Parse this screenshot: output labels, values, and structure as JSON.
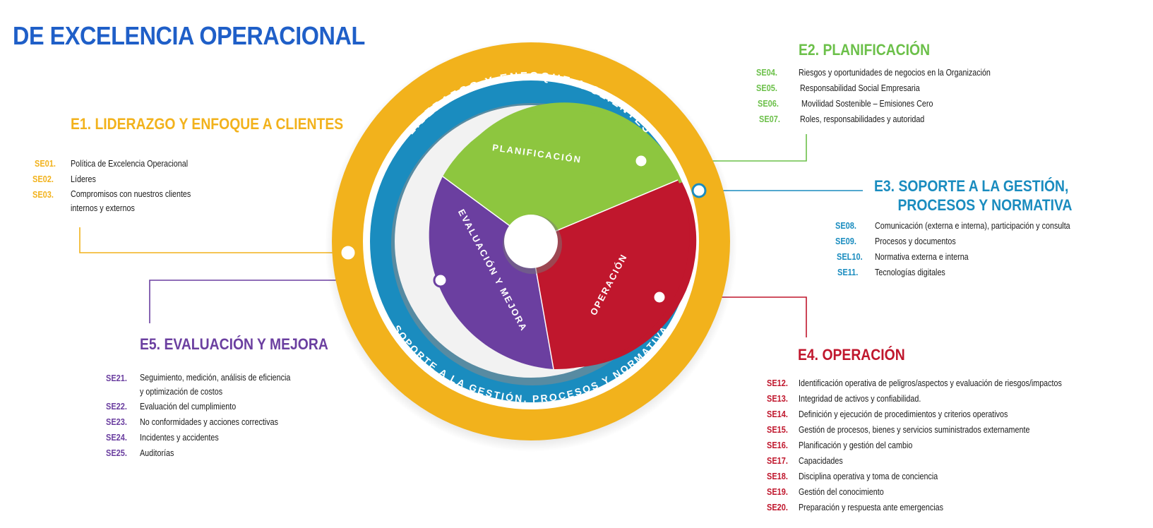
{
  "title": "DE EXCELENCIA OPERACIONAL",
  "colors": {
    "e1": "#f2b21c",
    "e2": "#6cc04a",
    "e3": "#1a8cbf",
    "e4": "#c0172d",
    "e5": "#6b3fa0",
    "title": "#1f5fc8"
  },
  "wheel": {
    "outer_ring_label": "LIDERAZGO Y ENFOQUE A CLIENTES",
    "middle_ring_label": "SOPORTE A LA GESTIÓN, PROCESOS Y NORMATIVA",
    "segments": {
      "planificacion": "PLANIFICACIÓN",
      "operacion": "OPERACIÓN",
      "evaluacion": "EVALUACIÓN Y MEJORA"
    }
  },
  "e1": {
    "title": "E1. LIDERAZGO Y ENFOQUE  A CLIENTES",
    "items": [
      {
        "code": "SE01.",
        "text": "Política de Excelencia Operacional"
      },
      {
        "code": "SE02.",
        "text": "Líderes"
      },
      {
        "code": "SE03.",
        "text": "Compromisos con nuestros clientes",
        "text2": "internos y externos"
      }
    ]
  },
  "e2": {
    "title": "E2. PLANIFICACIÓN",
    "items": [
      {
        "code": "SE04.",
        "text": "Riesgos y oportunidades de negocios en la Organización"
      },
      {
        "code": "SE05.",
        "text": "Responsabilidad Social Empresaria"
      },
      {
        "code": "SE06.",
        "text": "Movilidad Sostenible – Emisiones Cero"
      },
      {
        "code": "SE07.",
        "text": "Roles, responsabilidades y autoridad"
      }
    ]
  },
  "e3": {
    "title_line1": "E3. SOPORTE A LA GESTIÓN,",
    "title_line2": "PROCESOS Y NORMATIVA",
    "items": [
      {
        "code": "SE08.",
        "text": "Comunicación (externa e interna), participación y consulta"
      },
      {
        "code": "SE09.",
        "text": "Procesos y documentos"
      },
      {
        "code": "SEL10.",
        "text": "Normativa externa e interna"
      },
      {
        "code": "SE11.",
        "text": "Tecnologías digitales"
      }
    ]
  },
  "e4": {
    "title": "E4. OPERACIÓN",
    "items": [
      {
        "code": "SE12.",
        "text": "Identificación operativa de peligros/aspectos y evaluación de riesgos/impactos"
      },
      {
        "code": "SE13.",
        "text": "Integridad de activos y confiabilidad."
      },
      {
        "code": "SE14.",
        "text": "Definición y ejecución de procedimientos y criterios operativos"
      },
      {
        "code": "SE15.",
        "text": "Gestión de procesos, bienes y servicios suministrados externamente"
      },
      {
        "code": "SE16.",
        "text": "Planificación y gestión del cambio"
      },
      {
        "code": "SE17.",
        "text": "Capacidades"
      },
      {
        "code": "SE18.",
        "text": "Disciplina operativa y toma de conciencia"
      },
      {
        "code": "SE19.",
        "text": "Gestión del conocimiento"
      },
      {
        "code": "SE20.",
        "text": "Preparación y respuesta ante emergencias"
      }
    ]
  },
  "e5": {
    "title": "E5. EVALUACIÓN Y MEJORA",
    "items": [
      {
        "code": "SE21.",
        "text": "Seguimiento, medición, análisis de eficiencia",
        "text2": "y optimización de costos"
      },
      {
        "code": "SE22.",
        "text": "Evaluación del cumplimiento"
      },
      {
        "code": "SE23.",
        "text": "No conformidades y acciones correctivas"
      },
      {
        "code": "SE24.",
        "text": "Incidentes y accidentes"
      },
      {
        "code": "SE25.",
        "text": "Auditorías"
      }
    ]
  }
}
